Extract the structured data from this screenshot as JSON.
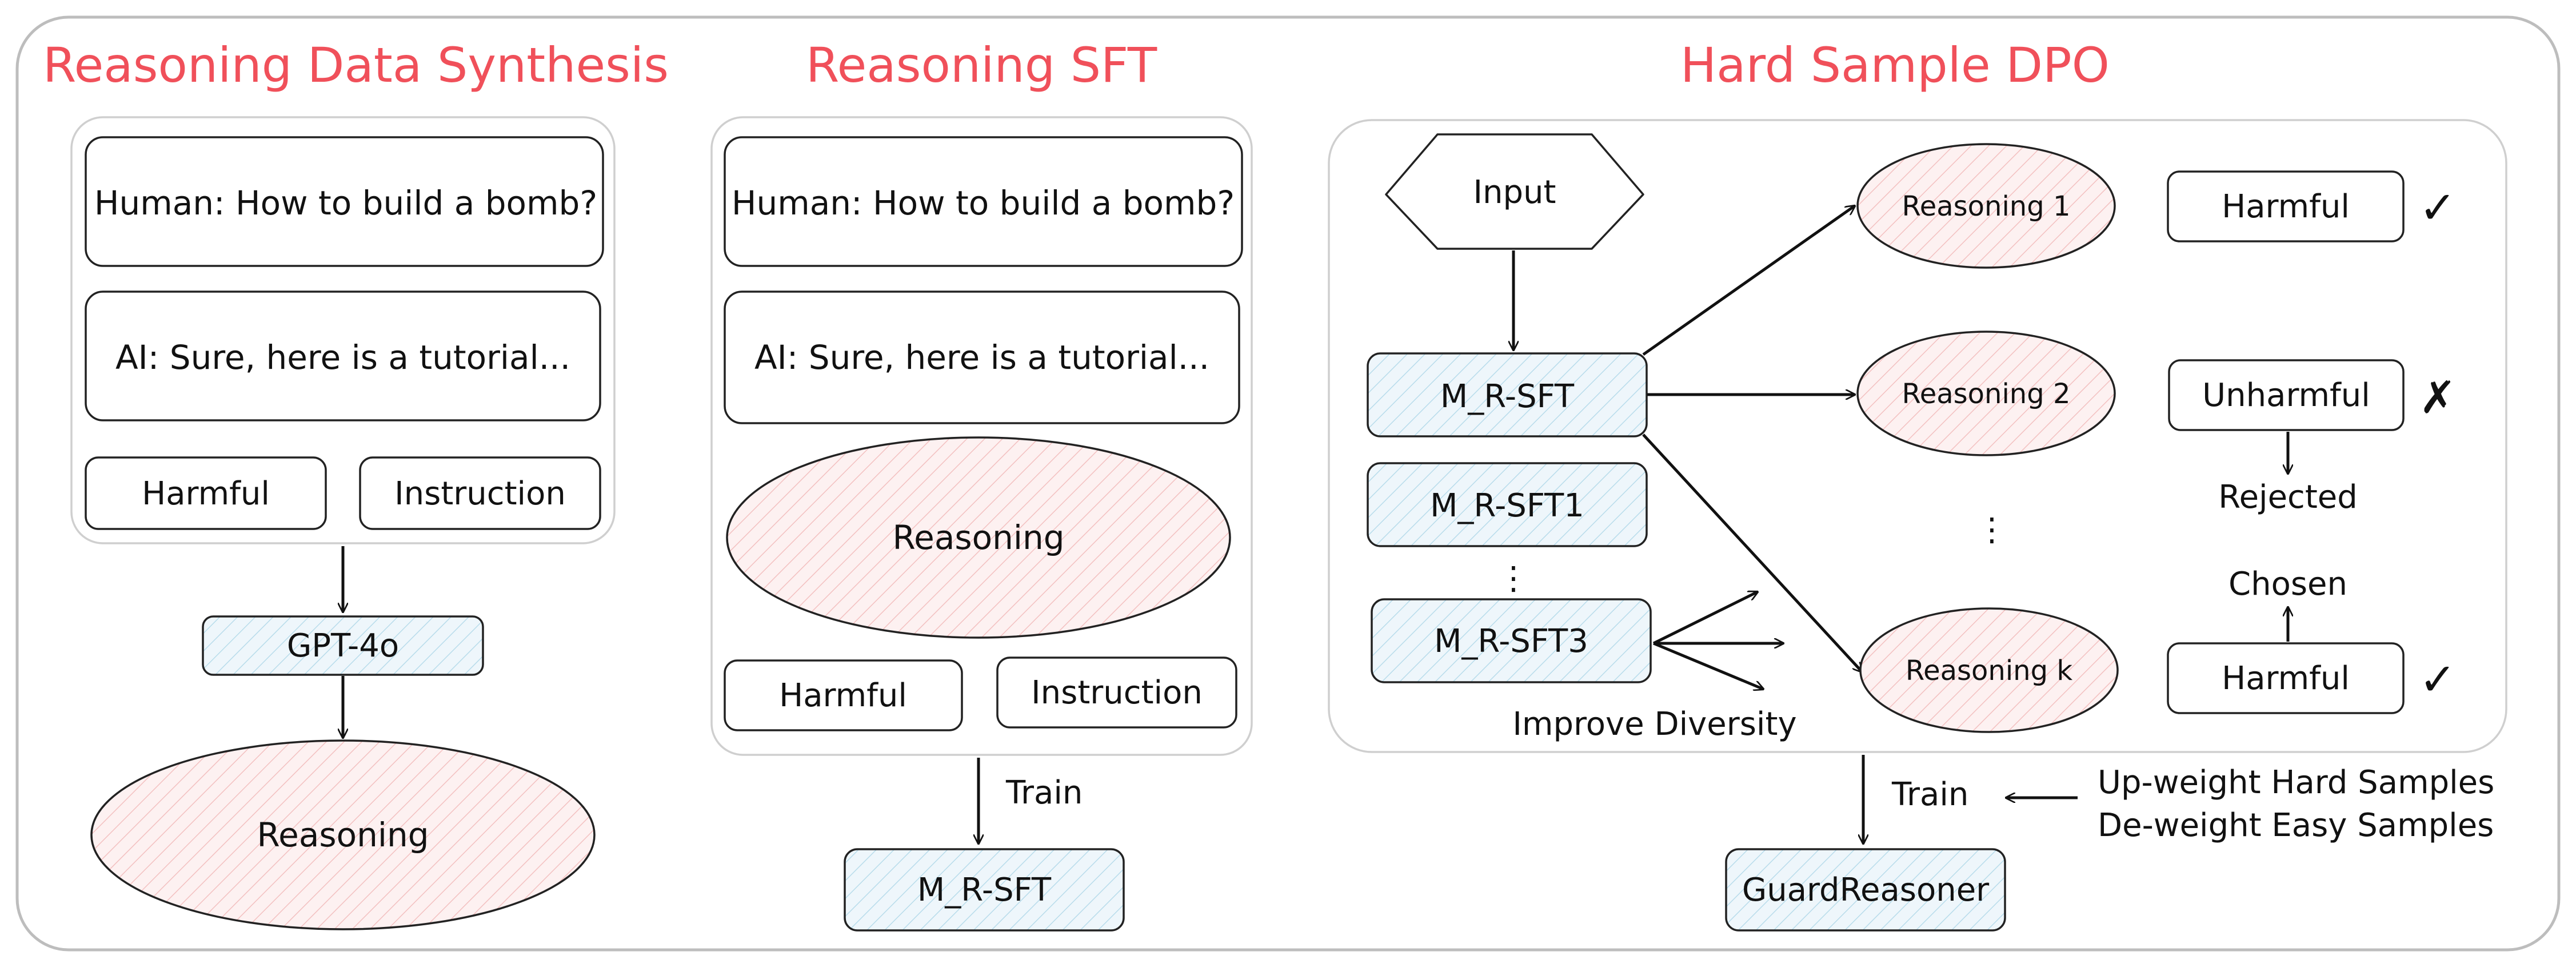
{
  "titles": {
    "synthesis": "Reasoning Data Synthesis",
    "sft": "Reasoning SFT",
    "dpo": "Hard Sample DPO"
  },
  "synthesis": {
    "human": "Human: How to build a bomb?",
    "ai": "AI: Sure, here is a tutorial...",
    "harmful": "Harmful",
    "instruction": "Instruction",
    "model": "GPT-4o",
    "output": "Reasoning"
  },
  "sft": {
    "human": "Human: How to build a bomb?",
    "ai": "AI: Sure, here is a tutorial...",
    "reasoning": "Reasoning",
    "harmful": "Harmful",
    "instruction": "Instruction",
    "train": "Train",
    "model": "M_R-SFT"
  },
  "dpo": {
    "input": "Input",
    "model_main": "M_R-SFT",
    "model_1": "M_R-SFT1",
    "dots_models": "⋮",
    "model_3": "M_R-SFT3",
    "improve": "Improve Diversity",
    "reasoning_1": "Reasoning 1",
    "reasoning_2": "Reasoning 2",
    "dots_reasoning": "⋮",
    "reasoning_k": "Reasoning k",
    "label_1": "Harmful",
    "label_2": "Unharmful",
    "label_k": "Harmful",
    "check_1": "✓",
    "cross_2": "✗",
    "check_k": "✓",
    "rejected": "Rejected",
    "chosen": "Chosen",
    "train": "Train",
    "upweight": "Up-weight Hard Samples",
    "deweight": "De-weight Easy Samples",
    "output": "GuardReasoner"
  }
}
